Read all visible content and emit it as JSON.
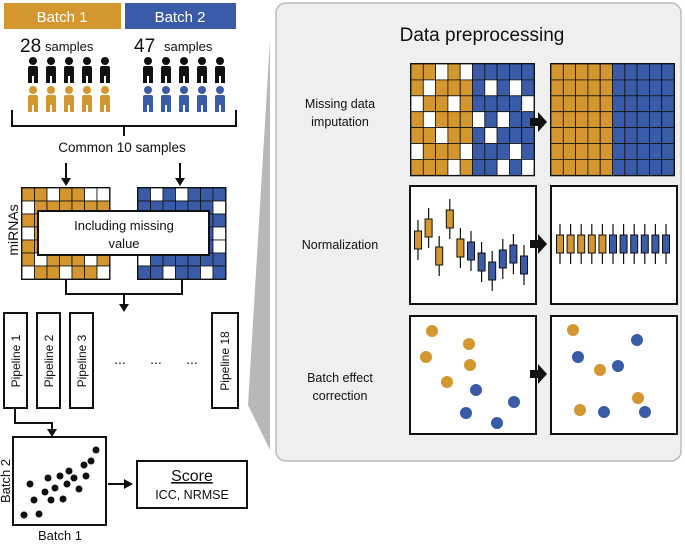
{
  "batches": [
    {
      "label": "Batch 1",
      "count": "28",
      "color": "#D4962E"
    },
    {
      "label": "Batch 2",
      "count": "47",
      "color": "#3A5CA8"
    }
  ],
  "samples_word": "samples",
  "common_label": "Common 10  samples",
  "mirnas_label": "miRNAs",
  "missing_box_line1": "Including missing",
  "missing_box_line2": "value",
  "pipelines": [
    "Pipeline 1",
    "Pipeline 2",
    "Pipeline 3",
    "Pipeline 18"
  ],
  "ellipsis": [
    "...",
    "...",
    "..."
  ],
  "scatter_axes": {
    "x": "Batch 1",
    "y": "Batch 2"
  },
  "score": {
    "title": "Score",
    "metrics": "ICC, NRMSE"
  },
  "panel": {
    "title": "Data preprocessing",
    "steps": [
      {
        "line1": "Missing data",
        "line2": "imputation"
      },
      {
        "line1": "Normalization",
        "line2": ""
      },
      {
        "line1": "Batch effect",
        "line2": "correction"
      }
    ]
  },
  "colors": {
    "dark": "#111111",
    "panel_bg": "#EFEFEF",
    "panel_border": "#BBBBBB",
    "wedge": "#B8B8B8"
  }
}
